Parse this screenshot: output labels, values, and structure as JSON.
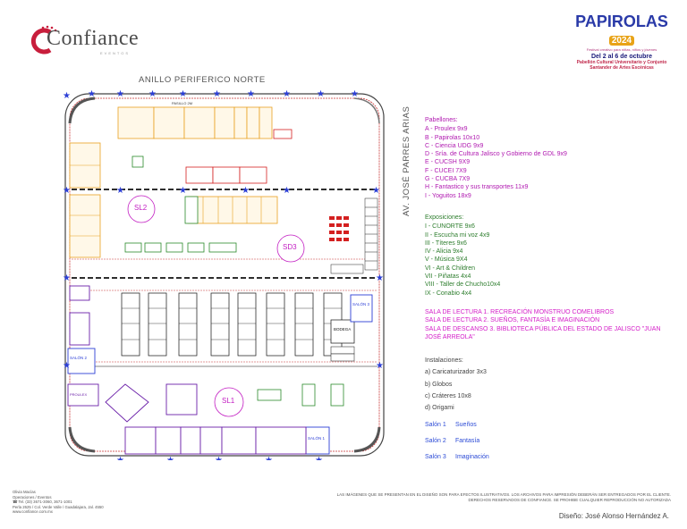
{
  "header": {
    "logo_text": "Confiance",
    "logo_sub": "EVENTOS",
    "festival_brand": "PAPIROLAS",
    "festival_year": "2024",
    "festival_tagline": "Festival creativo para niñas, niños y jóvenes",
    "festival_dates": "Del 2 al 6 de octubre",
    "festival_venue": "Pabellón Cultural Universitario y Conjunto Santander de Artes Escénicas"
  },
  "streets": {
    "north": "ANILLO PERIFERICO NORTE",
    "east": "AV. JOSÉ PARRES ARIAS"
  },
  "map": {
    "pasillo": "PASILLO 2M",
    "bodega": "BODEGA",
    "sl1": "SL1",
    "sl2": "SL2",
    "sd3": "SD3",
    "salon1": "SALÓN 1",
    "salon2": "SALÓN 2",
    "salon3": "SALÓN 3",
    "proulex": "PROULEX"
  },
  "pabellones": {
    "heading": "Pabellones:",
    "items": [
      "A - Proulex 9x9",
      "B - Papirolas 10x10",
      "C - Ciencia UDG 9x9",
      "D - Sría. de Cultura Jalisco y Gobierno de GDL 9x9",
      "E - CUCSH 9X9",
      "F - CUCEI 7X9",
      "G - CUCBA 7X9",
      "H - Fantastico y sus transportes 11x9",
      "I - Yoguitos 18x9"
    ]
  },
  "exposiciones": {
    "heading": "Exposiciones:",
    "items": [
      "I - CUNORTE 9x6",
      "II - Escucha mi voz 4x9",
      "III - Títeres 9x6",
      "IV - Alicia 9x4",
      "V - Música 9X4",
      "VI - Art & Children",
      "VII - Piñatas 4x4",
      "VIII - Taller de Chucho10x4",
      "IX - Conabio 4x4"
    ]
  },
  "salas": [
    "SALA DE LECTURA 1. RECREACIÓN MONSTRUO COMELIBROS",
    "SALA DE LECTURA 2. SUEÑOS, FANTASÍA E IMAGINACIÓN",
    "SALA DE DESCANSO 3. BIBLIOTECA PÚBLICA DEL ESTADO DE JALISCO \"JUAN JOSÉ ARREOLA\""
  ],
  "instalaciones": {
    "heading": "Instalaciones:",
    "items": [
      "a) Caricaturizador 3x3",
      "b) Globos",
      "c) Cráteres 10x8",
      "d) Origami"
    ]
  },
  "salones": [
    {
      "num": "Salón 1",
      "name": "Sueños"
    },
    {
      "num": "Salón 2",
      "name": "Fantasía"
    },
    {
      "num": "Salón 3",
      "name": "Imaginación"
    }
  ],
  "footer": {
    "contact": [
      "Olivia Macías",
      "Operaciones / Eventos",
      "☎ Tel. (33) 3671-3060, 3671-1001",
      "Perla 2625 / Col. Verde Valle / Guadalajara, Jal. 4550",
      "www.confiance.com.mx"
    ],
    "disclaimer_1": "LAS IMÁGENES QUE SE PRESENTAN EN EL DISEÑO SON PARA EFECTOS ILUSTRATIVOS. LOS ARCHIVOS PARA IMPRESIÓN DEBERÁN SER ENTREGADOS POR EL CLIENTE.",
    "disclaimer_2": "DERECHOS RESERVADOS DE CONFIANCE. SE PROHIBE CUALQUIER REPRODUCCIÓN NO AUTORIZADA",
    "design_credit": "Diseño: José Alonso Hernández A."
  },
  "colors": {
    "orange": "#e8a020",
    "red": "#d42020",
    "green": "#2a8a2a",
    "purple": "#6a1fa8",
    "blue": "#2c3fd6",
    "magenta": "#c21cc2"
  }
}
